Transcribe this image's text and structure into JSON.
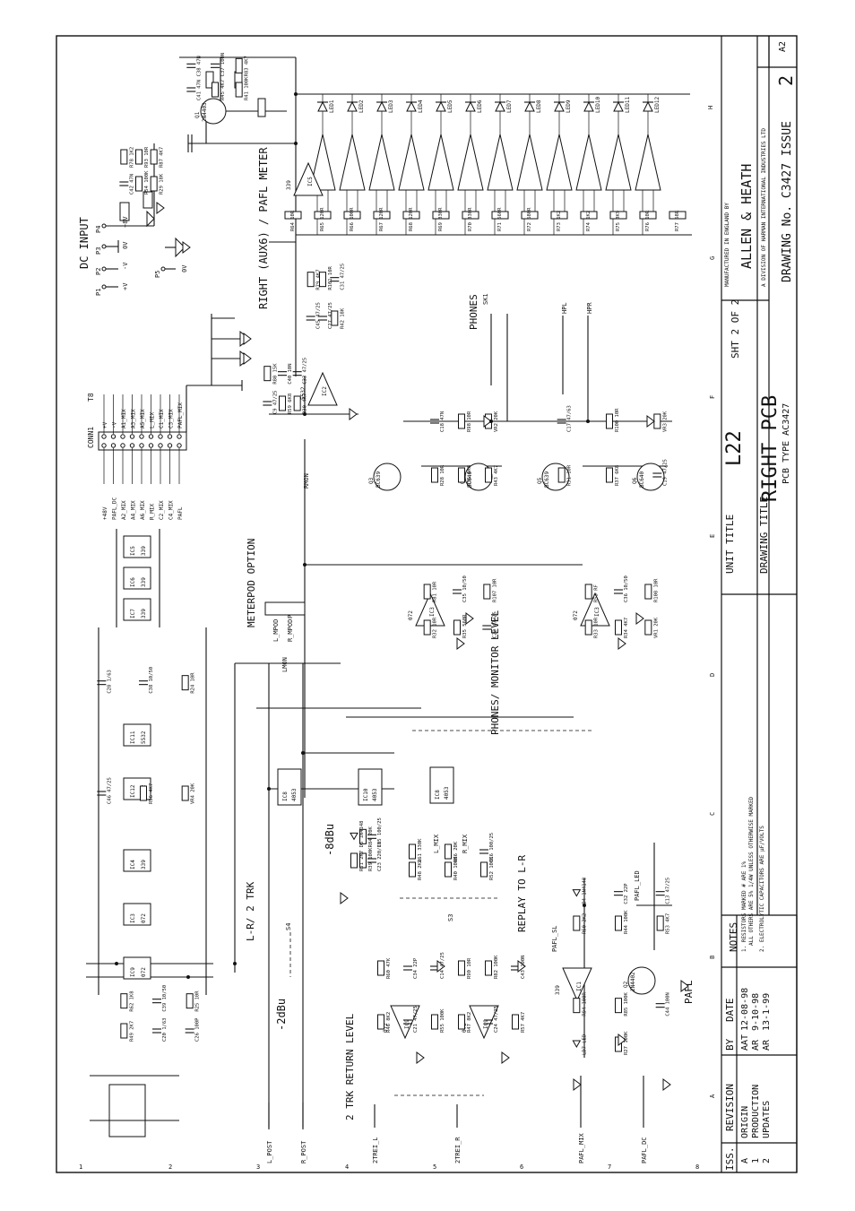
{
  "title_block": {
    "unit_title_label": "UNIT TITLE",
    "unit_title": "L22",
    "sheet": "SHT 2 OF 2",
    "drawing_title_label": "DRAWING TITLE",
    "drawing_title": "RIGHT PCB",
    "pcb_type": "PCB TYPE AC3427",
    "company": "ALLEN & HEATH",
    "made_in": "MANUFACTURED IN ENGLAND BY",
    "division": "A DIVISION OF HARMAN INTERNATIONAL INDUSTRIES LTD",
    "drawing_no": "DRAWING No. C3427 ISSUE",
    "issue": "2",
    "size": "A2"
  },
  "revisions": {
    "headers": [
      "ISS.",
      "REVISION",
      "BY",
      "DATE"
    ],
    "rows": [
      {
        "iss": "A",
        "revision": "ORIGIN",
        "by": "AAT",
        "date": "12-08-98"
      },
      {
        "iss": "1",
        "revision": "PRODUCTION",
        "by": "AR",
        "date": "9-10-98"
      },
      {
        "iss": "2",
        "revision": "UPDATES",
        "by": "AR",
        "date": "13-1-99"
      }
    ]
  },
  "notes": {
    "heading": "NOTES",
    "items": [
      "1. RESISTORS MARKED # ARE 1%",
      "ALL OTHERS ARE 5% 1/4W UNLESS OTHERWISE MARKED",
      "2. ELECTROLYTIC CAPACITORS ARE µF/VOLTS"
    ]
  },
  "section_labels": {
    "dc_input": "DC INPUT",
    "right_meter": "RIGHT (AUX6) / PAFL METER",
    "phones": "PHONES",
    "phones_level": "PHONES/ MONITOR LEVEL",
    "meterpod": "METERPOD OPTION",
    "lr_2trk": "L-R/ 2 TRK",
    "replay": "REPLAY TO L-R",
    "trk_return": "2 TRK RETURN LEVEL",
    "pafl": "PAFL",
    "minus8": "-8dBu",
    "minus2": "-2dBu"
  },
  "grid": {
    "columns": [
      "H",
      "G",
      "F",
      "E",
      "D",
      "C",
      "B",
      "A"
    ],
    "rows": [
      "1",
      "2",
      "3",
      "4",
      "5",
      "6",
      "7",
      "8"
    ]
  },
  "dc_pins": [
    {
      "pin": "P1",
      "signal": "+V"
    },
    {
      "pin": "P2",
      "signal": "-V"
    },
    {
      "pin": "P3",
      "signal": "0V"
    },
    {
      "pin": "P4",
      "signal": "+8V"
    },
    {
      "pin": "P5",
      "signal": "0V"
    }
  ],
  "connector": {
    "name": "CONN1",
    "ref": "T8",
    "left_pins": [
      "+V",
      "-V",
      "A1_MIX",
      "A3_MIX",
      "A5_MIX",
      "L_MIX",
      "C1_MIX",
      "C3_MIX",
      "PAFL_MIX"
    ],
    "right_pins": [
      "+48V",
      "PAFL_DC",
      "A2_MIX",
      "A4_MIX",
      "A6_MIX",
      "R_MIX",
      "C2_MIX",
      "C4_MIX",
      "PAFL"
    ]
  },
  "led_labels": [
    "LED1",
    "LED2",
    "LED3",
    "LED4",
    "LED5",
    "LED6",
    "LED7",
    "LED8",
    "LED9",
    "LED10",
    "LED11",
    "LED12"
  ],
  "meter_resistors": [
    "R64 10R",
    "R65 120R",
    "R66 100R",
    "R67 120R",
    "R68 120R",
    "R69 330R",
    "R70 330R",
    "R71 560R",
    "R72 680R",
    "R73 1K2",
    "R74 1K2",
    "R75 3K9",
    "R76 10R",
    "R77 68R"
  ],
  "ics": [
    {
      "ref": "IC1",
      "part": "339"
    },
    {
      "ref": "IC2",
      "part": "5532"
    },
    {
      "ref": "IC3",
      "part": "072"
    },
    {
      "ref": "IC4",
      "part": "339"
    },
    {
      "ref": "IC5",
      "part": "339"
    },
    {
      "ref": "IC6",
      "part": "339"
    },
    {
      "ref": "IC7",
      "part": "339"
    },
    {
      "ref": "IC8",
      "part": "4053"
    },
    {
      "ref": "IC9",
      "part": "072"
    },
    {
      "ref": "IC10",
      "part": "4053"
    },
    {
      "ref": "IC11",
      "part": "5532"
    },
    {
      "ref": "IC12",
      "part": "5532"
    }
  ],
  "transistors": [
    {
      "ref": "Q1",
      "part": "2N4403"
    },
    {
      "ref": "Q2",
      "part": "2N4402"
    },
    {
      "ref": "Q3",
      "part": "BC639"
    },
    {
      "ref": "Q4",
      "part": "BC640"
    },
    {
      "ref": "Q5",
      "part": "BC639"
    },
    {
      "ref": "Q6",
      "part": "BC640"
    }
  ],
  "component_labels": [
    "C38 47N",
    "R78 1K2",
    "R79 4K7",
    "R80 15K",
    "C18 47N",
    "C17 47/63",
    "R81 10R",
    "R53 RF",
    "C28 1/63",
    "R62 1K8",
    "D5 1N4148",
    "R61 330K",
    "D4 1N4148",
    "R60 47K",
    "R90 10R",
    "R94 100R",
    "C37 100N",
    "R93 10R",
    "R101 10R",
    "C40 10N",
    "R98 10R",
    "R100 10R",
    "C35 10/50",
    "C36 10/50",
    "C38 10/50",
    "C39 10/50",
    "R84 20K",
    "R86 20K",
    "C32 22P",
    "C34 22P",
    "R82 100K",
    "R85 100K",
    "R83 4K7",
    "R87 4K7",
    "C31 47/25",
    "C33 47/25",
    "VR2 20K",
    "VR3 20K",
    "R107 10R",
    "R108 10R",
    "R24 10R",
    "R25 10R",
    "C15 100/25",
    "C16 100/25",
    "C13 47/25",
    "C14 47/25",
    "C43 100N",
    "C44 100N",
    "C41 47N",
    "C42 47N",
    "C45 47/25",
    "C9 47/25",
    "R28 10R",
    "R31 10R",
    "R32 10R",
    "R33 10R",
    "C46 47/25",
    "R49 2K7",
    "R51 2K7",
    "R48 2K2",
    "R50 2K2",
    "R46 8K2",
    "R47 8K2",
    "LD7 LED",
    "R45 4K7",
    "R54 100K",
    "C27 47/25",
    "R59 6K8",
    "R36 6K8",
    "R37 6K8",
    "R35 560R",
    "R34 4K7",
    "R56 4K7",
    "C20 1/63",
    "R39 100K",
    "R40 100K",
    "R44 100K",
    "C21 47/25",
    "C24 47/25",
    "R27 100K",
    "R41 100K",
    "R29 18K",
    "R42 18K",
    "R30 4K7",
    "R43 4K7",
    "C19 47/25",
    "C22 47/25",
    "VR1 20K",
    "VR4 20K",
    "C26 100P",
    "C23 220/10",
    "R52 100K",
    "R53 4K7",
    "R55 100K",
    "R57 4K7"
  ],
  "bottom_labels": {
    "l_post": "L_POST",
    "r_post": "R_POST",
    "ret_l": "2TREI_L",
    "ret_r": "2TREI_R",
    "pafl_mix": "PAFL_MIX",
    "pafl_dc": "PAFL_DC",
    "l_mon": "LMON",
    "r_mon": "RMON",
    "l_mix": "L_MIX",
    "r_mix": "R_MIX",
    "pafl_led": "PAFL_LED",
    "pafl_sl": "PAFL_SL",
    "l_mpod": "L_MPOD",
    "r_mpod": "R_MPOD",
    "hpl": "HPL",
    "hpr": "HPR",
    "sk1": "SK1",
    "pl1": "PL1",
    "s4": "S4",
    "s3": "S3"
  }
}
